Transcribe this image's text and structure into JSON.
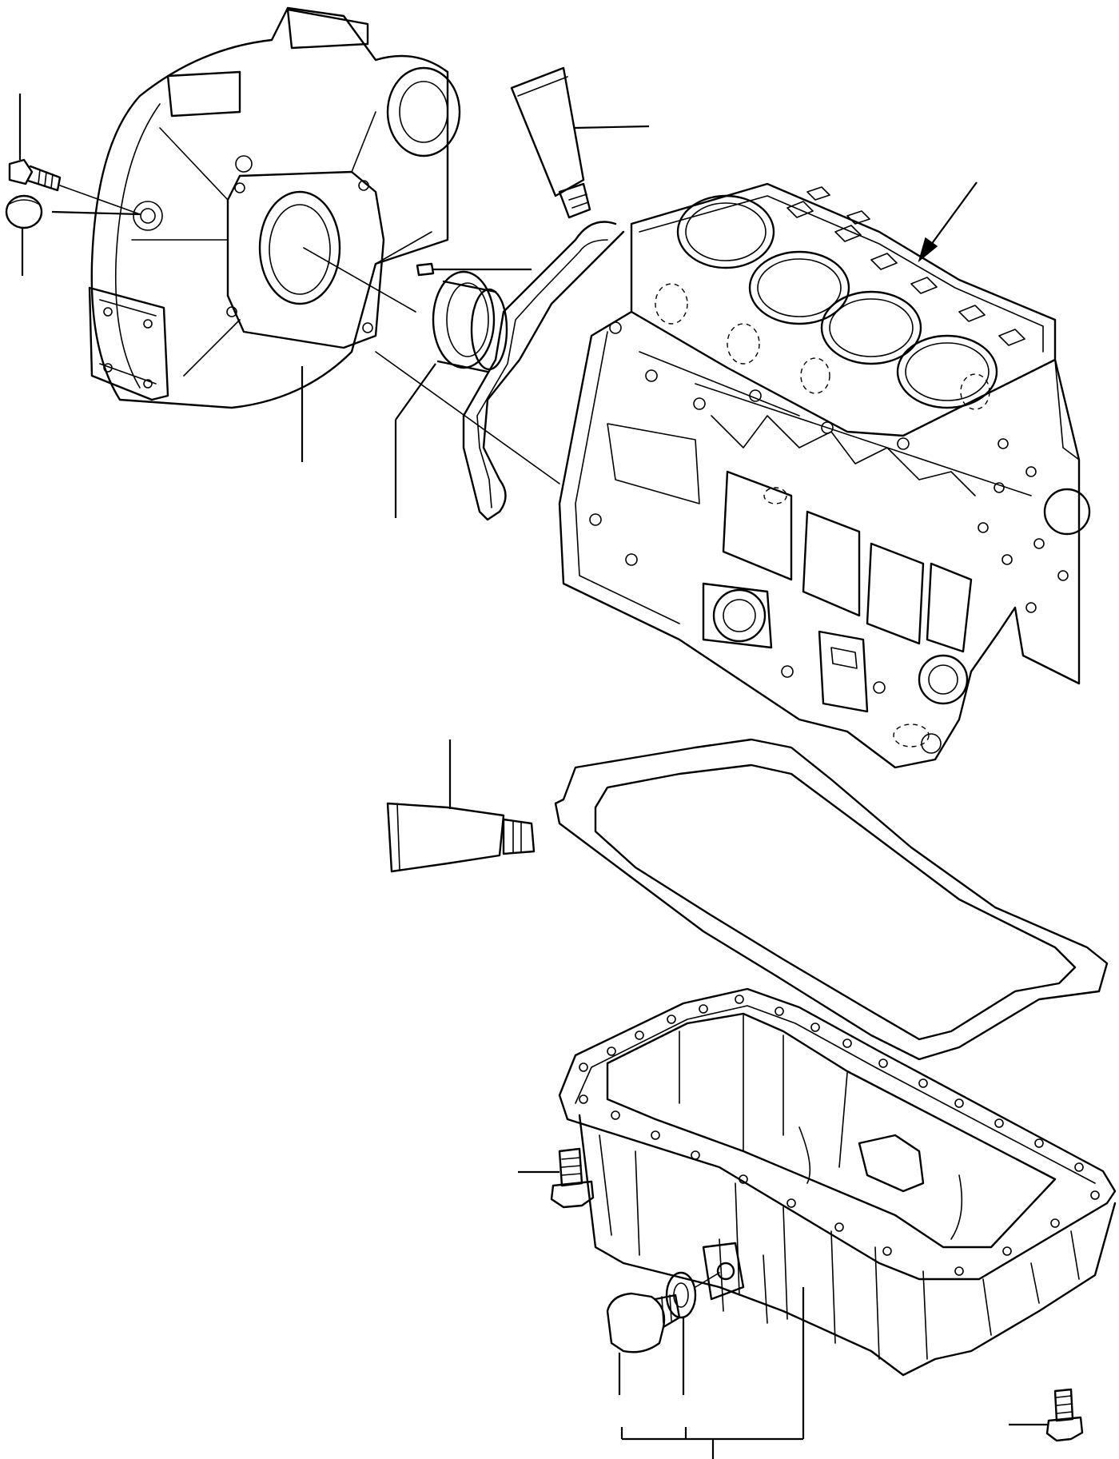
{
  "diagram": {
    "kind": "exploded-parts-illustration",
    "callout_labels": [],
    "parts": [
      "flywheel-housing",
      "flange-bolt",
      "plug-cap",
      "dowel-pin",
      "rear-oil-seal",
      "sealant-tube-upper",
      "rear-gasket",
      "cylinder-block",
      "sealant-tube-lower",
      "oil-pan-gasket",
      "oil-pan",
      "oil-pan-bolt",
      "drain-plug",
      "drain-washer"
    ]
  }
}
